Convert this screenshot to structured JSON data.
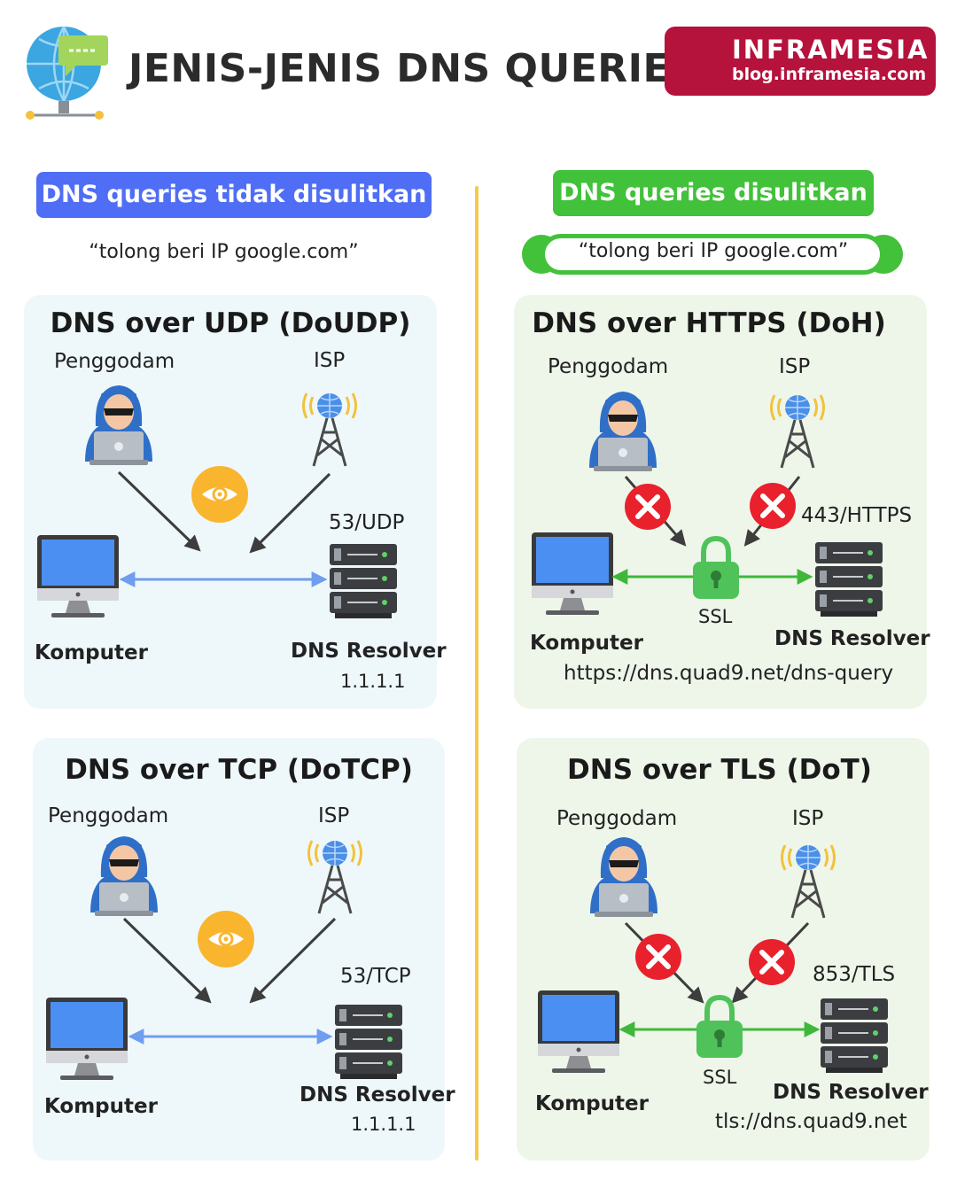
{
  "header": {
    "title": "JENIS-JENIS DNS QUERIES",
    "brand_name": "INFRAMESIA",
    "brand_url": "blog.inframesia.com"
  },
  "left": {
    "heading": "DNS queries tidak disulitkan",
    "quote": "“tolong beri IP google.com”"
  },
  "right": {
    "heading": "DNS queries disulitkan",
    "quote": "“tolong beri IP google.com”"
  },
  "panels": [
    {
      "title": "DNS over UDP (DoUDP)",
      "attacker": "Penggodam",
      "isp": "ISP",
      "port": "53/UDP",
      "computer": "Komputer",
      "resolver": "DNS Resolver",
      "address": "1.1.1.1"
    },
    {
      "title": "DNS over TCP (DoTCP)",
      "attacker": "Penggodam",
      "isp": "ISP",
      "port": "53/TCP",
      "computer": "Komputer",
      "resolver": "DNS Resolver",
      "address": "1.1.1.1"
    },
    {
      "title": "DNS over HTTPS (DoH)",
      "attacker": "Penggodam",
      "isp": "ISP",
      "port": "443/HTTPS",
      "lock": "SSL",
      "computer": "Komputer",
      "resolver": "DNS Resolver",
      "address": "https://dns.quad9.net/dns-query"
    },
    {
      "title": "DNS over TLS (DoT)",
      "attacker": "Penggodam",
      "isp": "ISP",
      "port": "853/TLS",
      "lock": "SSL",
      "computer": "Komputer",
      "resolver": "DNS Resolver",
      "address": "tls://dns.quad9.net"
    }
  ],
  "colors": {
    "accent_blue": "#4f6ef5",
    "accent_green": "#42c13a",
    "brand_red": "#b5123c",
    "divider": "#f7c94b",
    "eye_badge": "#f9b52d",
    "block_red": "#e8212d"
  }
}
